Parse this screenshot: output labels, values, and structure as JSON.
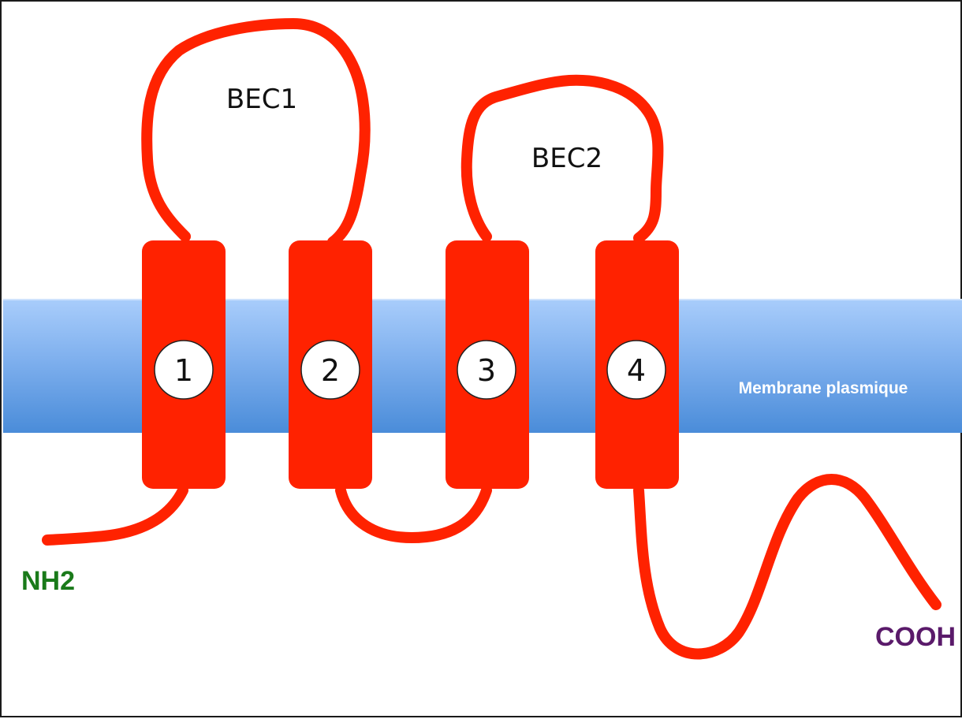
{
  "diagram": {
    "loops": {
      "bec1": "BEC1",
      "bec2": "BEC2"
    },
    "membrane_label": "Membrane plasmique",
    "segments": [
      "1",
      "2",
      "3",
      "4"
    ],
    "n_terminus": "NH2",
    "c_terminus": "COOH",
    "colors": {
      "protein": "#ff2200",
      "membrane_top": "#a9cdfb",
      "membrane_bottom": "#4a8cd9",
      "n_terminus": "#1a7a1a",
      "c_terminus": "#5a1a6a"
    }
  }
}
